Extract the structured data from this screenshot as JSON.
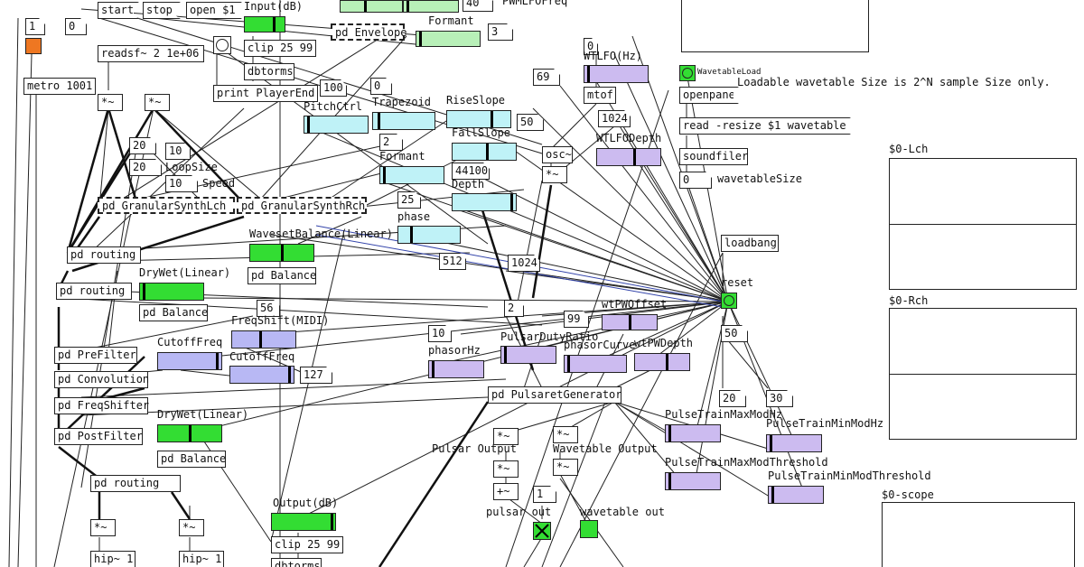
{
  "window": {
    "title": "Pure Data patch - Granular / Pulsar synthesizer"
  },
  "objects": {
    "n1": "1",
    "n0a": "0",
    "start": "start",
    "stop": "stop",
    "open": "open $1",
    "input_db": "Input(dB)",
    "clip1": "clip 25 99",
    "readsf": "readsf~ 2 1e+06",
    "dbtorms1": "dbtorms",
    "print_end": "print PlayerEnd",
    "metro": "metro 1001",
    "mul1": "*~",
    "mul2": "*~",
    "n100": "100",
    "n0b": "0",
    "pd_envelope": "pd Envelope",
    "trapezoid": "Trapezoid",
    "riseslope": "RiseSlope",
    "pitchctrl": "PitchCtrl",
    "formant_top": "Formant",
    "n3": "3",
    "n2": "2",
    "n50a": "50",
    "fallslope": "FallSlope",
    "formant_mid": "Formant",
    "n44100": "44100",
    "depth": "Depth",
    "n25": "25",
    "phase": "phase",
    "n20a": "20",
    "n10a": "10",
    "n20b": "20",
    "loopsize": "LoopSize",
    "n10b": "10",
    "speed": "Speed",
    "pd_gslch": "pd GranularSynthLch",
    "pd_gsrch": "pd GranularSynthRch",
    "n69": "69",
    "wtlfo_hz": "WTLFO(Hz)",
    "n0c": "0",
    "mtof": "mtof",
    "n1024a": "1024",
    "wtlfo_depth": "WTLFODepth",
    "osc": "osc~",
    "mulosc": "*~",
    "wavesetbalance": "WavesetBalance(Linear)",
    "pd_routing1": "pd routing",
    "pd_balance1": "pd Balance",
    "drywet1": "DryWet(Linear)",
    "pd_routing2": "pd routing",
    "pd_balance2": "pd Balance",
    "n512": "512",
    "n1024b": "1024",
    "n56": "56",
    "freqshift": "FreqShift(MIDI)",
    "cutoff1": "CutoffFreq",
    "cutoff2": "CutoffFreq",
    "n127": "127",
    "pd_prefilter": "pd PreFilter",
    "pd_convolution": "pd Convolution",
    "pd_freqshifter": "pd FreqShifter",
    "pd_postfilter": "pd PostFilter",
    "drywet2": "DryWet(Linear)",
    "pd_balance3": "pd Balance",
    "pd_routing3": "pd routing",
    "mul_l": "*~",
    "mul_r": "*~",
    "hip1": "hip~ 1",
    "hip2": "hip~ 1",
    "output_db": "Output(dB)",
    "clip2": "clip 25 99",
    "dbtorms2": "dbtorms",
    "n2b": "2",
    "n99": "99",
    "wtpwoffset": "wtPWOffset",
    "n10c": "10",
    "phasorhz": "phasorHz",
    "pulsardutyratio": "PulsarDutyRatio",
    "phasorcurve": "phasorCurve",
    "wtpwdepth": "wtPWDepth",
    "n50b": "50",
    "pd_pulsaret": "pd PulsaretGenerator",
    "n20c": "20",
    "n30": "30",
    "pulsetrainmax": "PulseTrainMaxModHz",
    "pulsetrainmin": "PulseTrainMinModHz",
    "pulsetrainmaxthr": "PulseTrainMaxModThreshold",
    "pulsetrainminthr": "PulseTrainMinModThreshold",
    "mul_p1": "*~",
    "mul_p2": "*~",
    "mul_w1": "*~",
    "mul_w2": "*~",
    "add_p": "+~",
    "pulsar_output": "Pulsar Output",
    "wavetable_output": "Wavetable Output",
    "n1b": "1",
    "pulsar_out": "pulsar out",
    "wavetable_out": "wavetable out",
    "wavetableload": "WavetableLoad",
    "loadable_note": "Loadable wavetable Size is 2^N sample Size only.",
    "openpanel": "openpanel",
    "read_resize": "read -resize $1 wavetable",
    "soundfiler": "soundfiler",
    "n0d": "0",
    "wavetablesize": "wavetableSize",
    "loadbang": "loadbang",
    "reset": "reset",
    "lch_label": "$0-Lch",
    "rch_label": "$0-Rch",
    "scope_label": "$0-scope",
    "pwmlfo_fragment": "PWMLFOFreq",
    "n40": "40"
  },
  "colors": {
    "green": "#33dd33",
    "cyan": "#bff2f7",
    "lavender": "#ccbbf0",
    "blue": "#b8b8f4",
    "mint": "#b8f0b8",
    "orange": "#ee7722"
  },
  "sliders": {
    "input_db": 0.75,
    "pitchctrl": 0.05,
    "trapezoid": 0.07,
    "riseslope": 0.72,
    "formant_top": 0.05,
    "fallslope": 0.55,
    "formant_mid": 0.05,
    "depth": 0.95,
    "phase": 0.2,
    "wtlfo_hz": 0.05,
    "wtlfo_depth": 0.6,
    "wavesetbalance": 0.5,
    "drywet1": 0.05,
    "freqshift": 0.45,
    "cutoff1": 0.95,
    "cutoff2": 0.95,
    "drywet2": 0.5,
    "output_db": 0.97,
    "phasorhz": 0.05,
    "pulsardutyratio": 0.05,
    "phasorcurve": 0.05,
    "wtpwdepth": 0.6,
    "wtpwoffset": 0.5,
    "pulsetrainmax": 0.05,
    "pulsetrainmin": 0.05,
    "pulsetrainmaxthr": 0.05,
    "pulsetrainminthr": 0.05,
    "formant_top2": 0.05,
    "envelope_mint": 0.4
  }
}
